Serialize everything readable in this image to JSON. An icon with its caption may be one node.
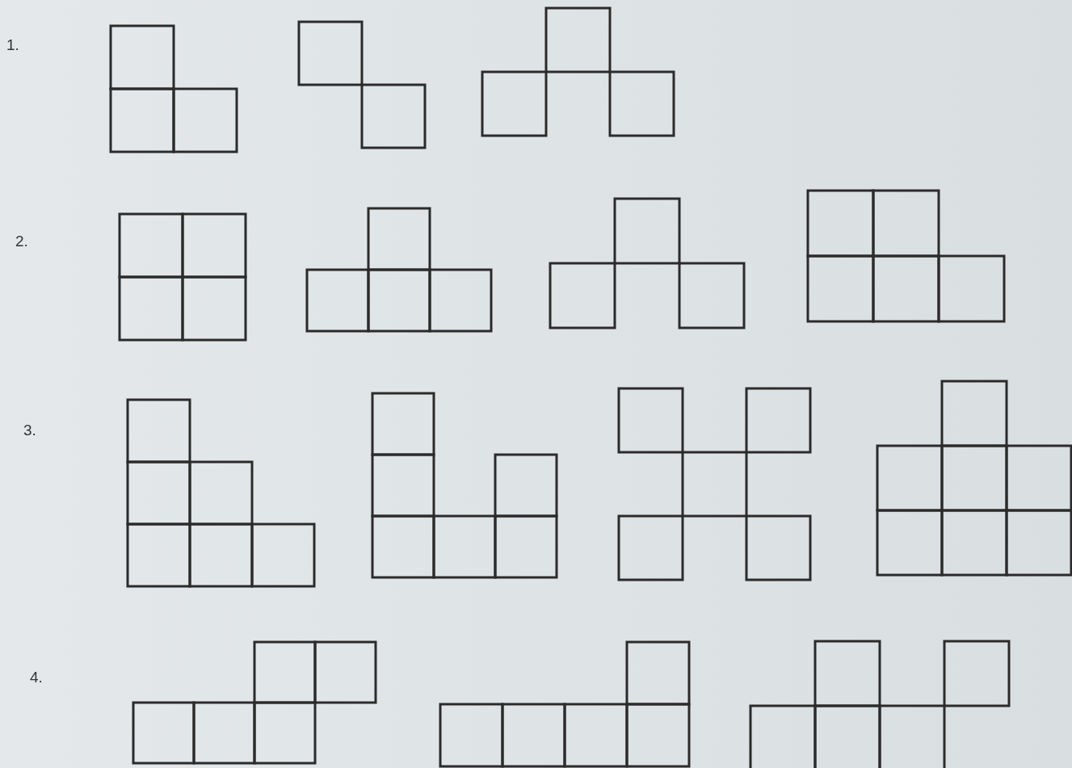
{
  "diagram": {
    "labels": [
      "1.",
      "2.",
      "3.",
      "4."
    ]
  }
}
